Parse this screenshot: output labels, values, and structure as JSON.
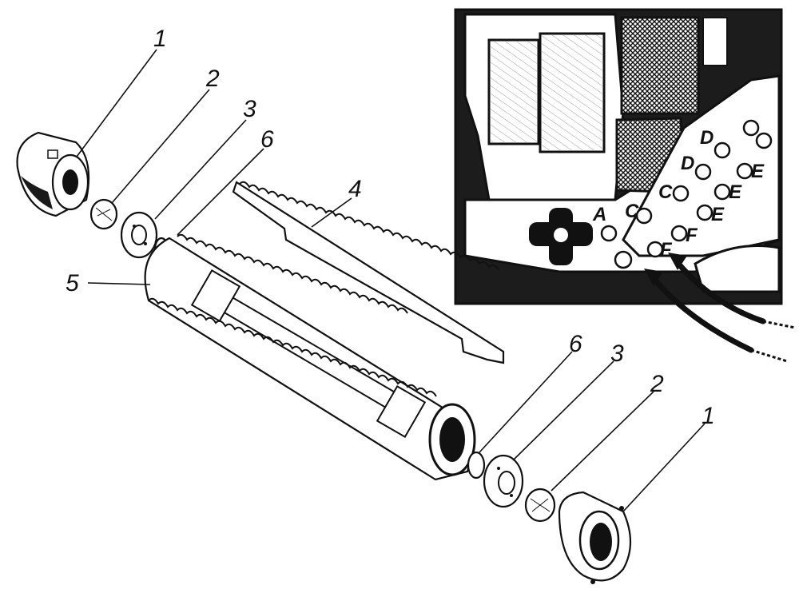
{
  "callouts": {
    "top_housing": "1",
    "top_bearing": "2",
    "top_plate": "3",
    "rack": "4",
    "cylinder": "5",
    "top_ring": "6",
    "bottom_ring": "6",
    "bottom_plate": "3",
    "bottom_bearing": "2",
    "bottom_housing": "1"
  },
  "inset_labels": {
    "a": "A",
    "c1": "C",
    "c2": "C",
    "d1": "D",
    "d2": "D",
    "e1": "E",
    "e2": "E",
    "e3": "E",
    "f1": "F",
    "f2": "F"
  },
  "colors": {
    "ink": "#111111",
    "paper": "#ffffff",
    "inset_bg": "#1c1c1c"
  }
}
